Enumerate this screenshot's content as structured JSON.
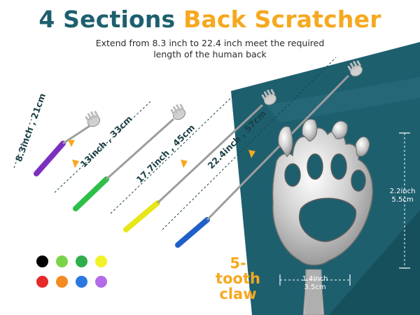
{
  "header": {
    "title_part1": "4 Sections",
    "title_part2": "Back Scratcher",
    "subtitle_line1": "Extend from 8.3 inch to 22.4 inch meet the required",
    "subtitle_line2": "length of the human back"
  },
  "lengths": [
    {
      "label": "8.3inch , 21cm"
    },
    {
      "label": "13inch , 33cm"
    },
    {
      "label": "17.7inch , 45cm"
    },
    {
      "label": "22.4inch , 57cm"
    }
  ],
  "claw": {
    "label_line1": "5-tooth",
    "label_line2": "claw",
    "height_in": "2.2inch",
    "height_cm": "5.5cm",
    "width_in": "1.4inch",
    "width_cm": "3.5cm"
  },
  "colors": {
    "title_dark": "#1e5f6e",
    "title_accent": "#f6a81f",
    "background_teal": "#1e5f6e",
    "handle_colors": [
      "#7b2fbf",
      "#2dbf4a",
      "#e6e61a",
      "#1f5fc8"
    ],
    "swatches": [
      "#000000",
      "#7bd34a",
      "#2fae4b",
      "#f2f22a",
      "#e52a2a",
      "#f58a22",
      "#2a78e0",
      "#b46be8"
    ]
  }
}
